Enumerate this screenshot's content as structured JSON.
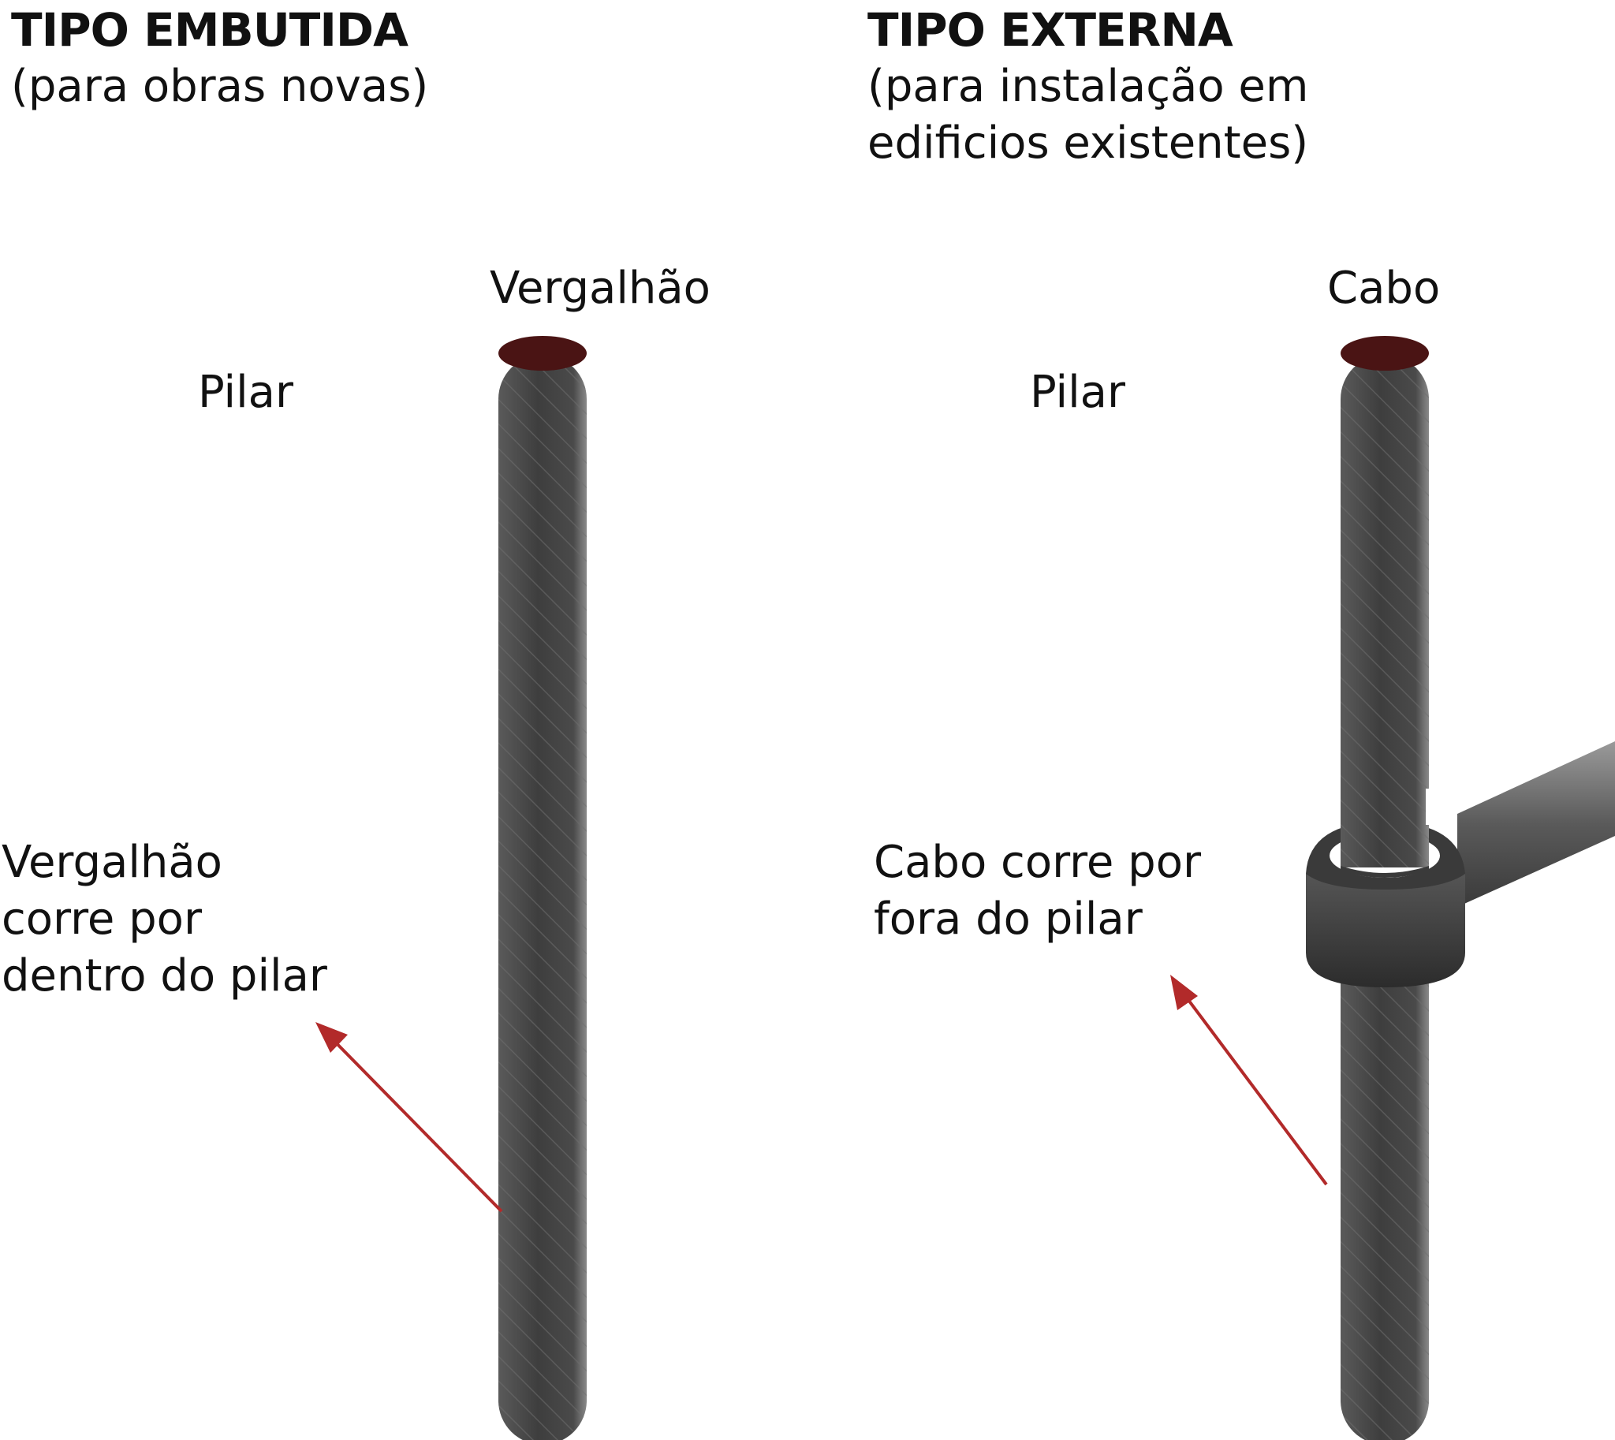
{
  "left_panel": {
    "heading": "TIPO EMBUTIDA",
    "subheading": "(para obras novas)",
    "rebar_label": "Vergalhão",
    "pillar_label": "Pilar",
    "description": "Vergalhão\ncorre por\ndentro do pilar"
  },
  "right_panel": {
    "heading": "TIPO EXTERNA",
    "subheading": "(para instalação em\nedificios existentes)",
    "cable_label": "Cabo",
    "pillar_label": "Pilar",
    "description": "Cabo corre por\nfora do pilar"
  },
  "colors": {
    "rod_body": "#4a4a4a",
    "rod_cap": "#4a1414",
    "arrow": "#b22a2a",
    "clamp": "#3c3c3c",
    "text": "#111111"
  },
  "icons": {
    "left_element": "rebar-rod-icon",
    "right_element": "cable-rod-icon",
    "clamp": "clamp-bracket-icon",
    "pointer": "arrow-icon"
  }
}
